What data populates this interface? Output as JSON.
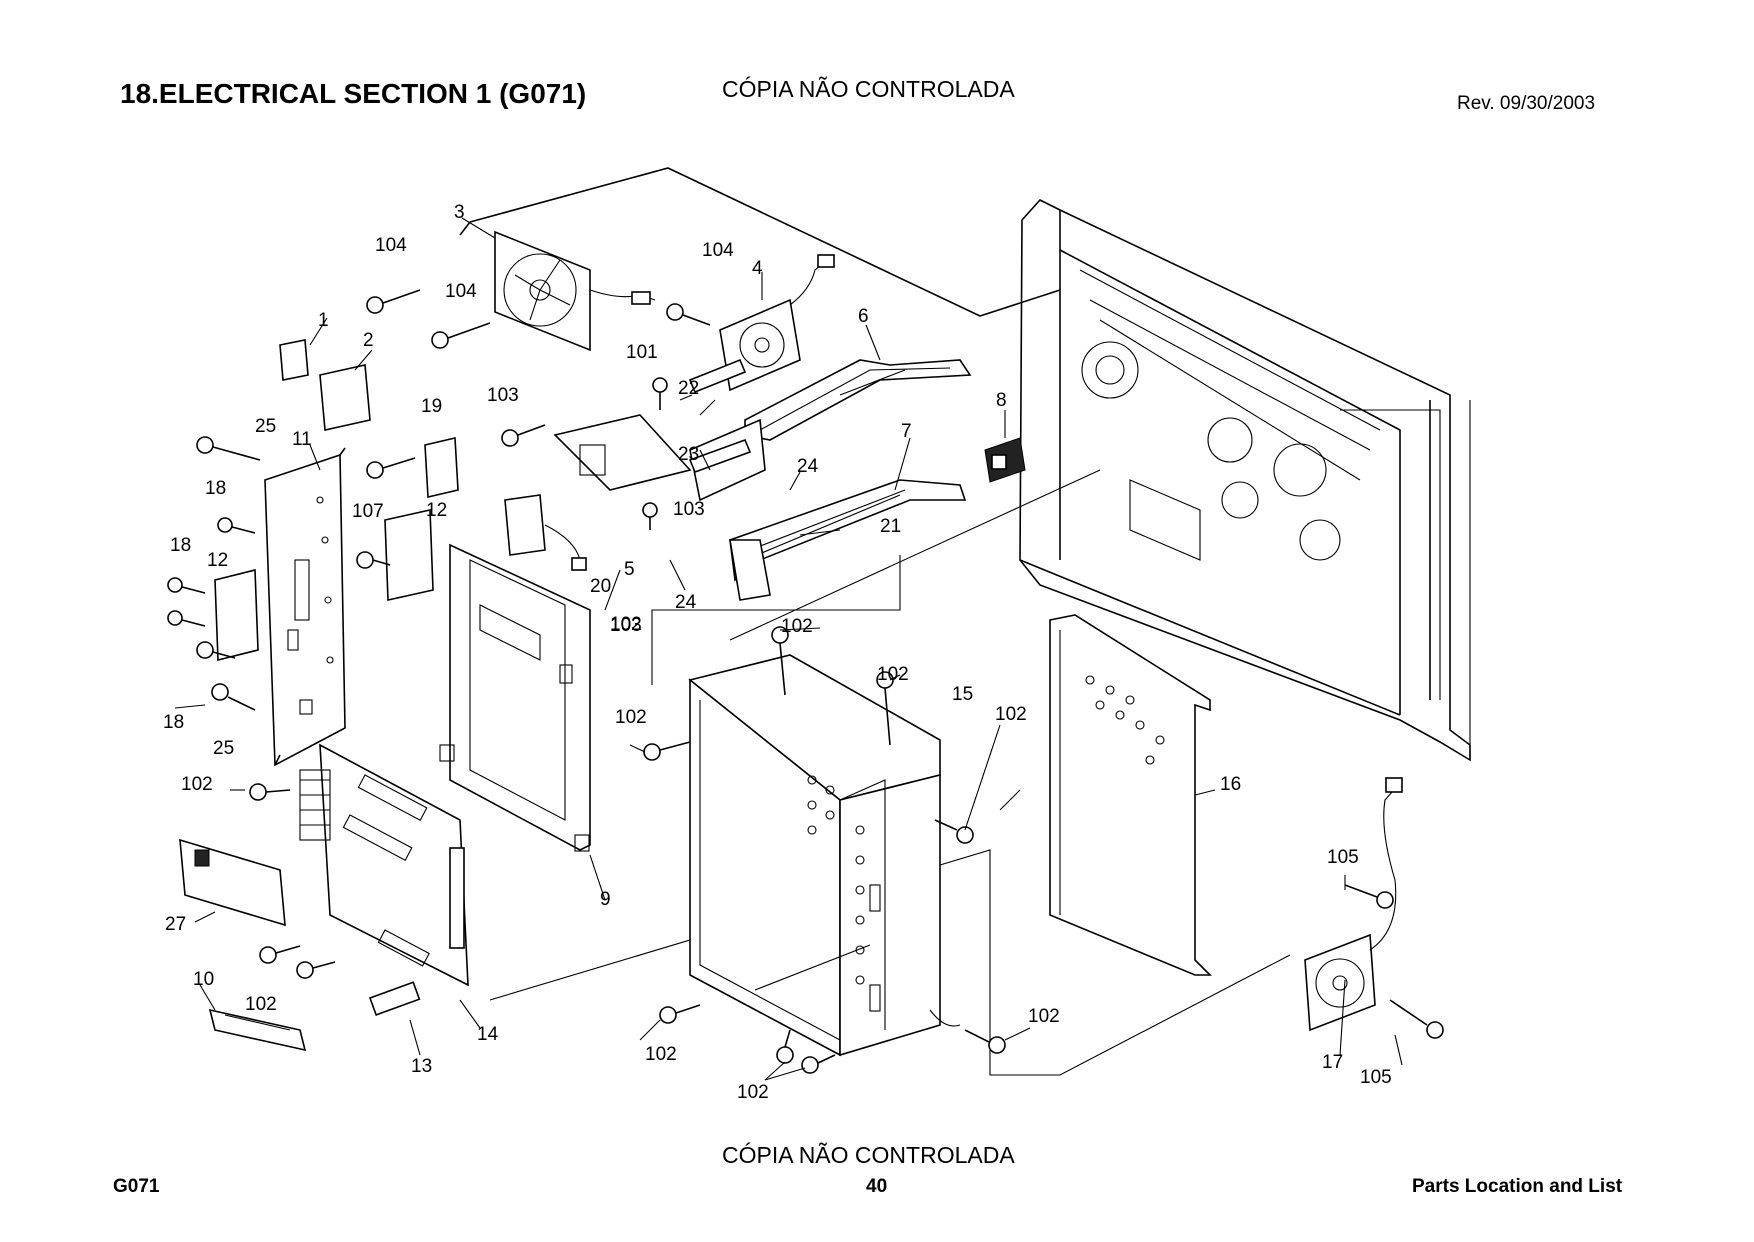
{
  "header": {
    "title": "18.ELECTRICAL SECTION 1 (G071)",
    "watermark": "CÓPIA NÃO CONTROLADA",
    "revision": "Rev. 09/30/2003"
  },
  "footer": {
    "watermark": "CÓPIA NÃO CONTROLADA",
    "model": "G071",
    "page": "40",
    "section": "Parts Location and List"
  },
  "callouts": {
    "c1": "1",
    "c2": "2",
    "c3": "3",
    "c4": "4",
    "c5": "5",
    "c6": "6",
    "c7": "7",
    "c8": "8",
    "c9": "9",
    "c10": "10",
    "c11": "11",
    "c12a": "12",
    "c12b": "12",
    "c13": "13",
    "c14": "14",
    "c15": "15",
    "c16": "16",
    "c17": "17",
    "c18a": "18",
    "c18b": "18",
    "c18c": "18",
    "c19": "19",
    "c20": "20",
    "c21": "21",
    "c22": "22",
    "c23": "23",
    "c24a": "24",
    "c24b": "24",
    "c25a": "25",
    "c25b": "25",
    "c27": "27",
    "c101": "101",
    "c102a": "102",
    "c102b": "102",
    "c102c": "102",
    "c102d": "102",
    "c102e": "102",
    "c102f": "102",
    "c102g": "102",
    "c102h": "102",
    "c102i": "102",
    "c102j": "102",
    "c103a": "103",
    "c103b": "103",
    "c103c": "103",
    "c104a": "104",
    "c104b": "104",
    "c104c": "104",
    "c105a": "105",
    "c105b": "105",
    "c107": "107"
  }
}
